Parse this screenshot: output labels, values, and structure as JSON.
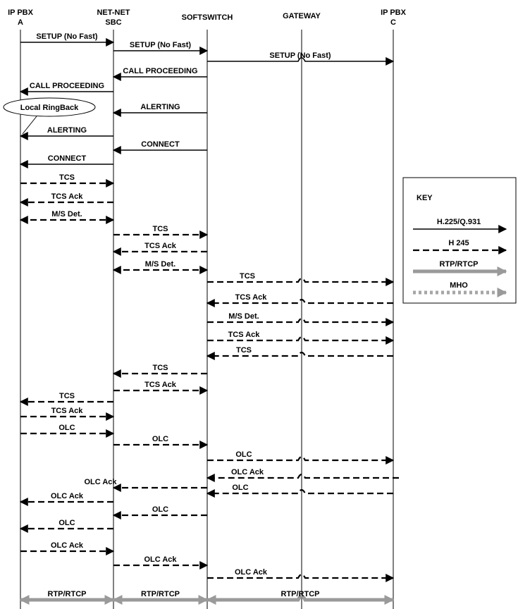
{
  "participants": [
    {
      "id": "a",
      "lines": [
        "IP PBX",
        "A"
      ]
    },
    {
      "id": "sbc",
      "lines": [
        "NET-NET",
        "SBC"
      ]
    },
    {
      "id": "ss",
      "lines": [
        "SOFTSWITCH"
      ]
    },
    {
      "id": "gw",
      "lines": [
        "GATEWAY"
      ]
    },
    {
      "id": "c",
      "lines": [
        "IP PBX",
        "C"
      ]
    }
  ],
  "callout": "Local RingBack",
  "messages": [
    {
      "label": "SETUP (No Fast)",
      "from": "a",
      "to": "sbc",
      "type": "solid"
    },
    {
      "label": "SETUP (No Fast)",
      "from": "sbc",
      "to": "ss",
      "type": "solid"
    },
    {
      "label": "SETUP (No Fast)",
      "from": "ss",
      "to": "c",
      "type": "solid"
    },
    {
      "label": "CALL PROCEEDING",
      "from": "ss",
      "to": "sbc",
      "type": "solid"
    },
    {
      "label": "CALL PROCEEDING",
      "from": "sbc",
      "to": "a",
      "type": "solid"
    },
    {
      "label": "ALERTING",
      "from": "ss",
      "to": "sbc",
      "type": "solid"
    },
    {
      "label": "ALERTING",
      "from": "sbc",
      "to": "a",
      "type": "solid"
    },
    {
      "label": "CONNECT",
      "from": "ss",
      "to": "sbc",
      "type": "solid"
    },
    {
      "label": "CONNECT",
      "from": "sbc",
      "to": "a",
      "type": "solid"
    },
    {
      "label": "TCS",
      "from": "a",
      "to": "sbc",
      "type": "dashed"
    },
    {
      "label": "TCS Ack",
      "from": "sbc",
      "to": "a",
      "type": "dashed"
    },
    {
      "label": "M/S Det.",
      "from": "a",
      "to": "sbc",
      "type": "dashed-both"
    },
    {
      "label": "TCS",
      "from": "sbc",
      "to": "ss",
      "type": "dashed"
    },
    {
      "label": "TCS Ack",
      "from": "ss",
      "to": "sbc",
      "type": "dashed"
    },
    {
      "label": "M/S Det.",
      "from": "sbc",
      "to": "ss",
      "type": "dashed-both"
    },
    {
      "label": "TCS",
      "from": "ss",
      "to": "c",
      "type": "dashed"
    },
    {
      "label": "TCS Ack",
      "from": "c",
      "to": "ss",
      "type": "dashed"
    },
    {
      "label": "M/S Det.",
      "from": "ss",
      "to": "c",
      "type": "dashed"
    },
    {
      "label": "TCS Ack",
      "from": "ss",
      "to": "c",
      "type": "dashed"
    },
    {
      "label": "TCS",
      "from": "c",
      "to": "ss",
      "type": "dashed"
    },
    {
      "label": "TCS",
      "from": "ss",
      "to": "sbc",
      "type": "dashed"
    },
    {
      "label": "TCS Ack",
      "from": "sbc",
      "to": "ss",
      "type": "dashed"
    },
    {
      "label": "TCS",
      "from": "sbc",
      "to": "a",
      "type": "dashed"
    },
    {
      "label": "TCS Ack",
      "from": "a",
      "to": "sbc",
      "type": "dashed"
    },
    {
      "label": "OLC",
      "from": "a",
      "to": "sbc",
      "type": "dashed"
    },
    {
      "label": "OLC",
      "from": "sbc",
      "to": "ss",
      "type": "dashed"
    },
    {
      "label": "OLC",
      "from": "ss",
      "to": "c",
      "type": "dashed"
    },
    {
      "label": "OLC Ack",
      "from": "c",
      "to": "ss",
      "type": "dashed"
    },
    {
      "label": "OLC Ack",
      "from": "ss",
      "to": "sbc",
      "type": "dashed"
    },
    {
      "label": "OLC",
      "from": "c",
      "to": "ss",
      "type": "dashed"
    },
    {
      "label": "OLC Ack",
      "from": "sbc",
      "to": "a",
      "type": "dashed"
    },
    {
      "label": "OLC",
      "from": "ss",
      "to": "sbc",
      "type": "dashed"
    },
    {
      "label": "OLC",
      "from": "sbc",
      "to": "a",
      "type": "dashed"
    },
    {
      "label": "OLC Ack",
      "from": "a",
      "to": "sbc",
      "type": "dashed"
    },
    {
      "label": "OLC Ack",
      "from": "sbc",
      "to": "ss",
      "type": "dashed"
    },
    {
      "label": "OLC Ack",
      "from": "ss",
      "to": "c",
      "type": "dashed"
    },
    {
      "label": "RTP/RTCP",
      "from": "a",
      "to": "sbc",
      "type": "rtp"
    },
    {
      "label": "RTP/RTCP",
      "from": "sbc",
      "to": "ss",
      "type": "rtp"
    },
    {
      "label": "RTP/RTCP",
      "from": "ss",
      "to": "c",
      "type": "rtp"
    }
  ],
  "key": {
    "title": "KEY",
    "items": [
      {
        "label": "H.225/Q.931",
        "type": "solid"
      },
      {
        "label": "H 245",
        "type": "dashed"
      },
      {
        "label": "RTP/RTCP",
        "type": "rtp"
      },
      {
        "label": "MHO",
        "type": "mho"
      }
    ]
  },
  "colors": {
    "line": "#000000",
    "media": "#9a9a9a",
    "background": "#ffffff"
  }
}
